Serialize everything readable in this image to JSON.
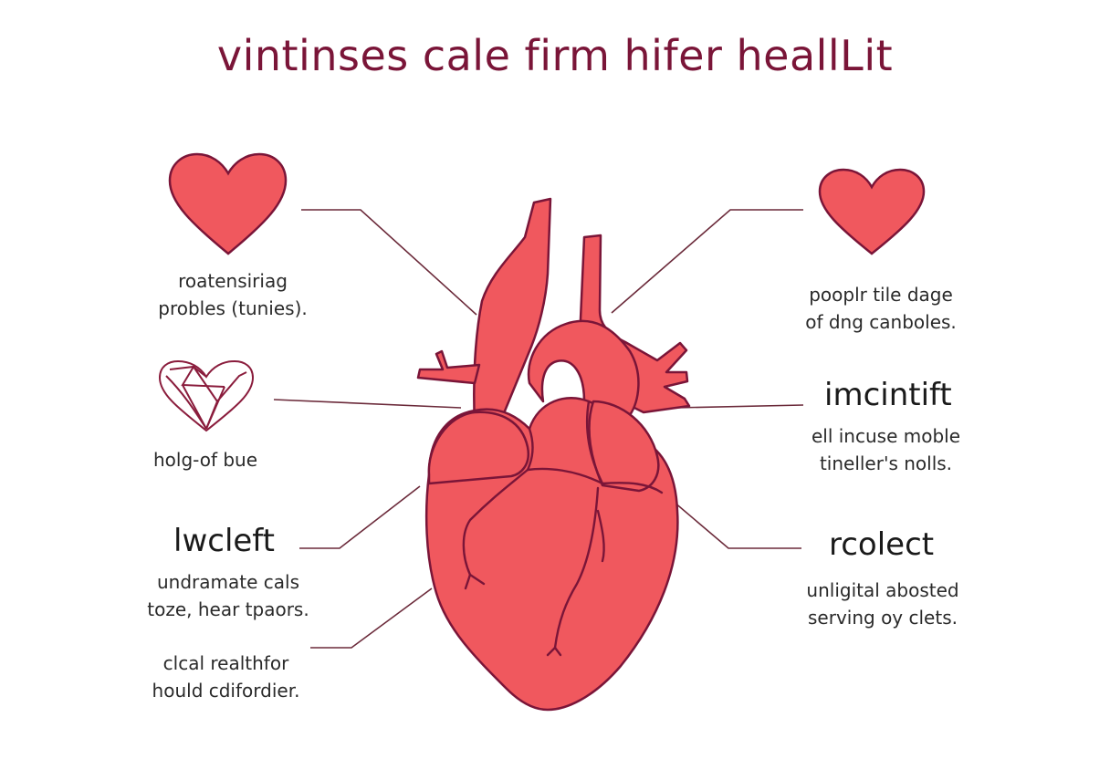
{
  "title": "vintinses cale firm hifer heallLit",
  "left": {
    "item1": {
      "line1": "roatensiriag",
      "line2": "probles (tunies)."
    },
    "item2": {
      "line1": "holg-of bue"
    },
    "item3": {
      "heading": "lwcleft",
      "line1": "undramate cals",
      "line2": "toze, hear tpaors."
    },
    "item4": {
      "line1": "clcal realthfor",
      "line2": "hould cdifordier."
    }
  },
  "right": {
    "item1": {
      "line1": "pooplr tile dage",
      "line2": "of dng canboles."
    },
    "item2": {
      "heading": "imcintift",
      "line1": "ell incuse moble",
      "line2": "tineller's nolls."
    },
    "item3": {
      "heading": "rcolect",
      "line1": "unligital abosted",
      "line2": "serving oy clets."
    }
  },
  "icons": {
    "heart_top_left": "heart-icon",
    "heart_mid_left": "faceted-heart-icon",
    "heart_top_right": "heart-icon",
    "anatomical_heart": "anatomical-heart"
  },
  "colors": {
    "heart_fill": "#f0585e",
    "outline": "#7a1538",
    "title": "#7a1538",
    "connector": "#6b2a3a"
  }
}
